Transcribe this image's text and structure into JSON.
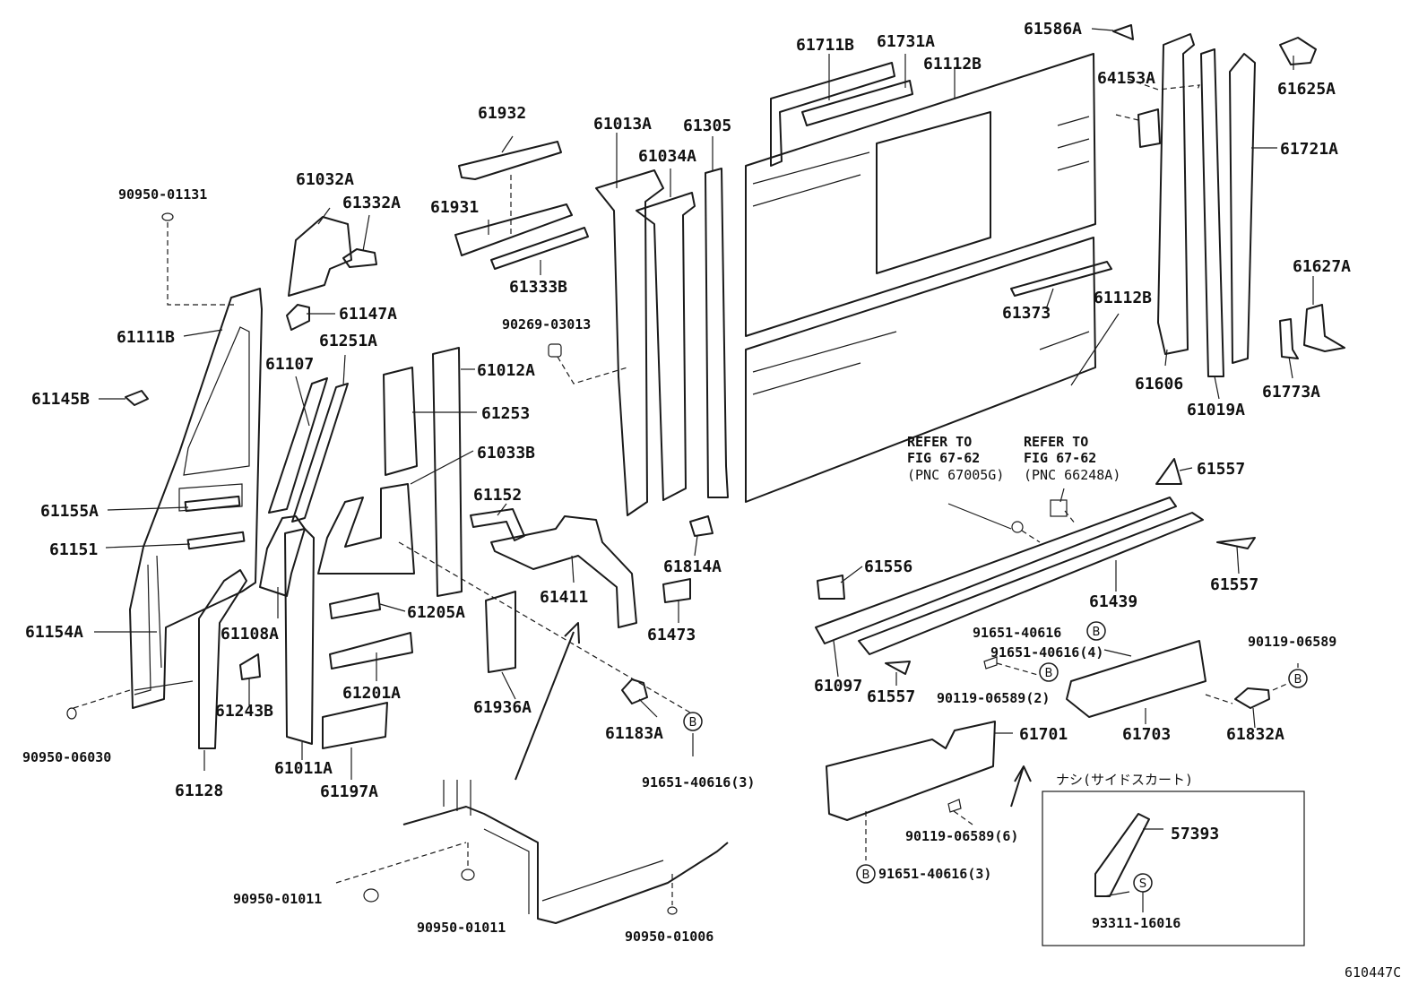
{
  "labels": {
    "p90950_01131": "90950-01131",
    "p61032A": "61032A",
    "p61332A": "61332A",
    "p61932": "61932",
    "p61931": "61931",
    "p61333B": "61333B",
    "p61013A": "61013A",
    "p61305": "61305",
    "p61034A": "61034A",
    "p61711B": "61711B",
    "p61731A": "61731A",
    "p61112B_top": "61112B",
    "p61586A": "61586A",
    "p64153A": "64153A",
    "p61625A": "61625A",
    "p61721A": "61721A",
    "p61147A": "61147A",
    "p61111B": "61111B",
    "p61251A": "61251A",
    "p61107": "61107",
    "p61145B": "61145B",
    "p90269_03013": "90269-03013",
    "p61012A": "61012A",
    "p61253": "61253",
    "p61033B": "61033B",
    "p61373": "61373",
    "p61112B_bot": "61112B",
    "p61627A": "61627A",
    "p61606": "61606",
    "p61019A": "61019A",
    "p61773A": "61773A",
    "p61155A": "61155A",
    "p61151": "61151",
    "p61152": "61152",
    "p61557_a": "61557",
    "p61557_b": "61557",
    "p61557_c": "61557",
    "p61154A": "61154A",
    "p61108A": "61108A",
    "p61205A": "61205A",
    "p61411": "61411",
    "p61814A": "61814A",
    "p61473": "61473",
    "p61556": "61556",
    "p61439": "61439",
    "p61201A": "61201A",
    "p61243B": "61243B",
    "p61936A": "61936A",
    "p61183A": "61183A",
    "p61097": "61097",
    "p90950_06030": "90950-06030",
    "p61128": "61128",
    "p61011A": "61011A",
    "p61197A": "61197A",
    "p91651_40616_3a": "91651-40616(3)",
    "p91651_40616": "91651-40616",
    "p91651_40616_4": "91651-40616(4)",
    "p90119_06589_2": "90119-06589(2)",
    "p90119_06589": "90119-06589",
    "p61703": "61703",
    "p61832A": "61832A",
    "p61701": "61701",
    "p90119_06589_6": "90119-06589(6)",
    "p91651_40616_3b": "91651-40616(3)",
    "p57393": "57393",
    "p93311_16016": "93311-16016",
    "p90950_01011_a": "90950-01011",
    "p90950_01011_b": "90950-01011",
    "p90950_01006": "90950-01006",
    "refer1_l1": "REFER TO",
    "refer1_l2": "FIG 67-62",
    "refer1_l3": "(PNC 67005G)",
    "refer2_l1": "REFER TO",
    "refer2_l2": "FIG 67-62",
    "refer2_l3": "(PNC 66248A)",
    "inset_note": "ナシ(サイドスカート)",
    "figure_code": "610447C"
  },
  "markers": {
    "b": "B",
    "s": "S"
  }
}
